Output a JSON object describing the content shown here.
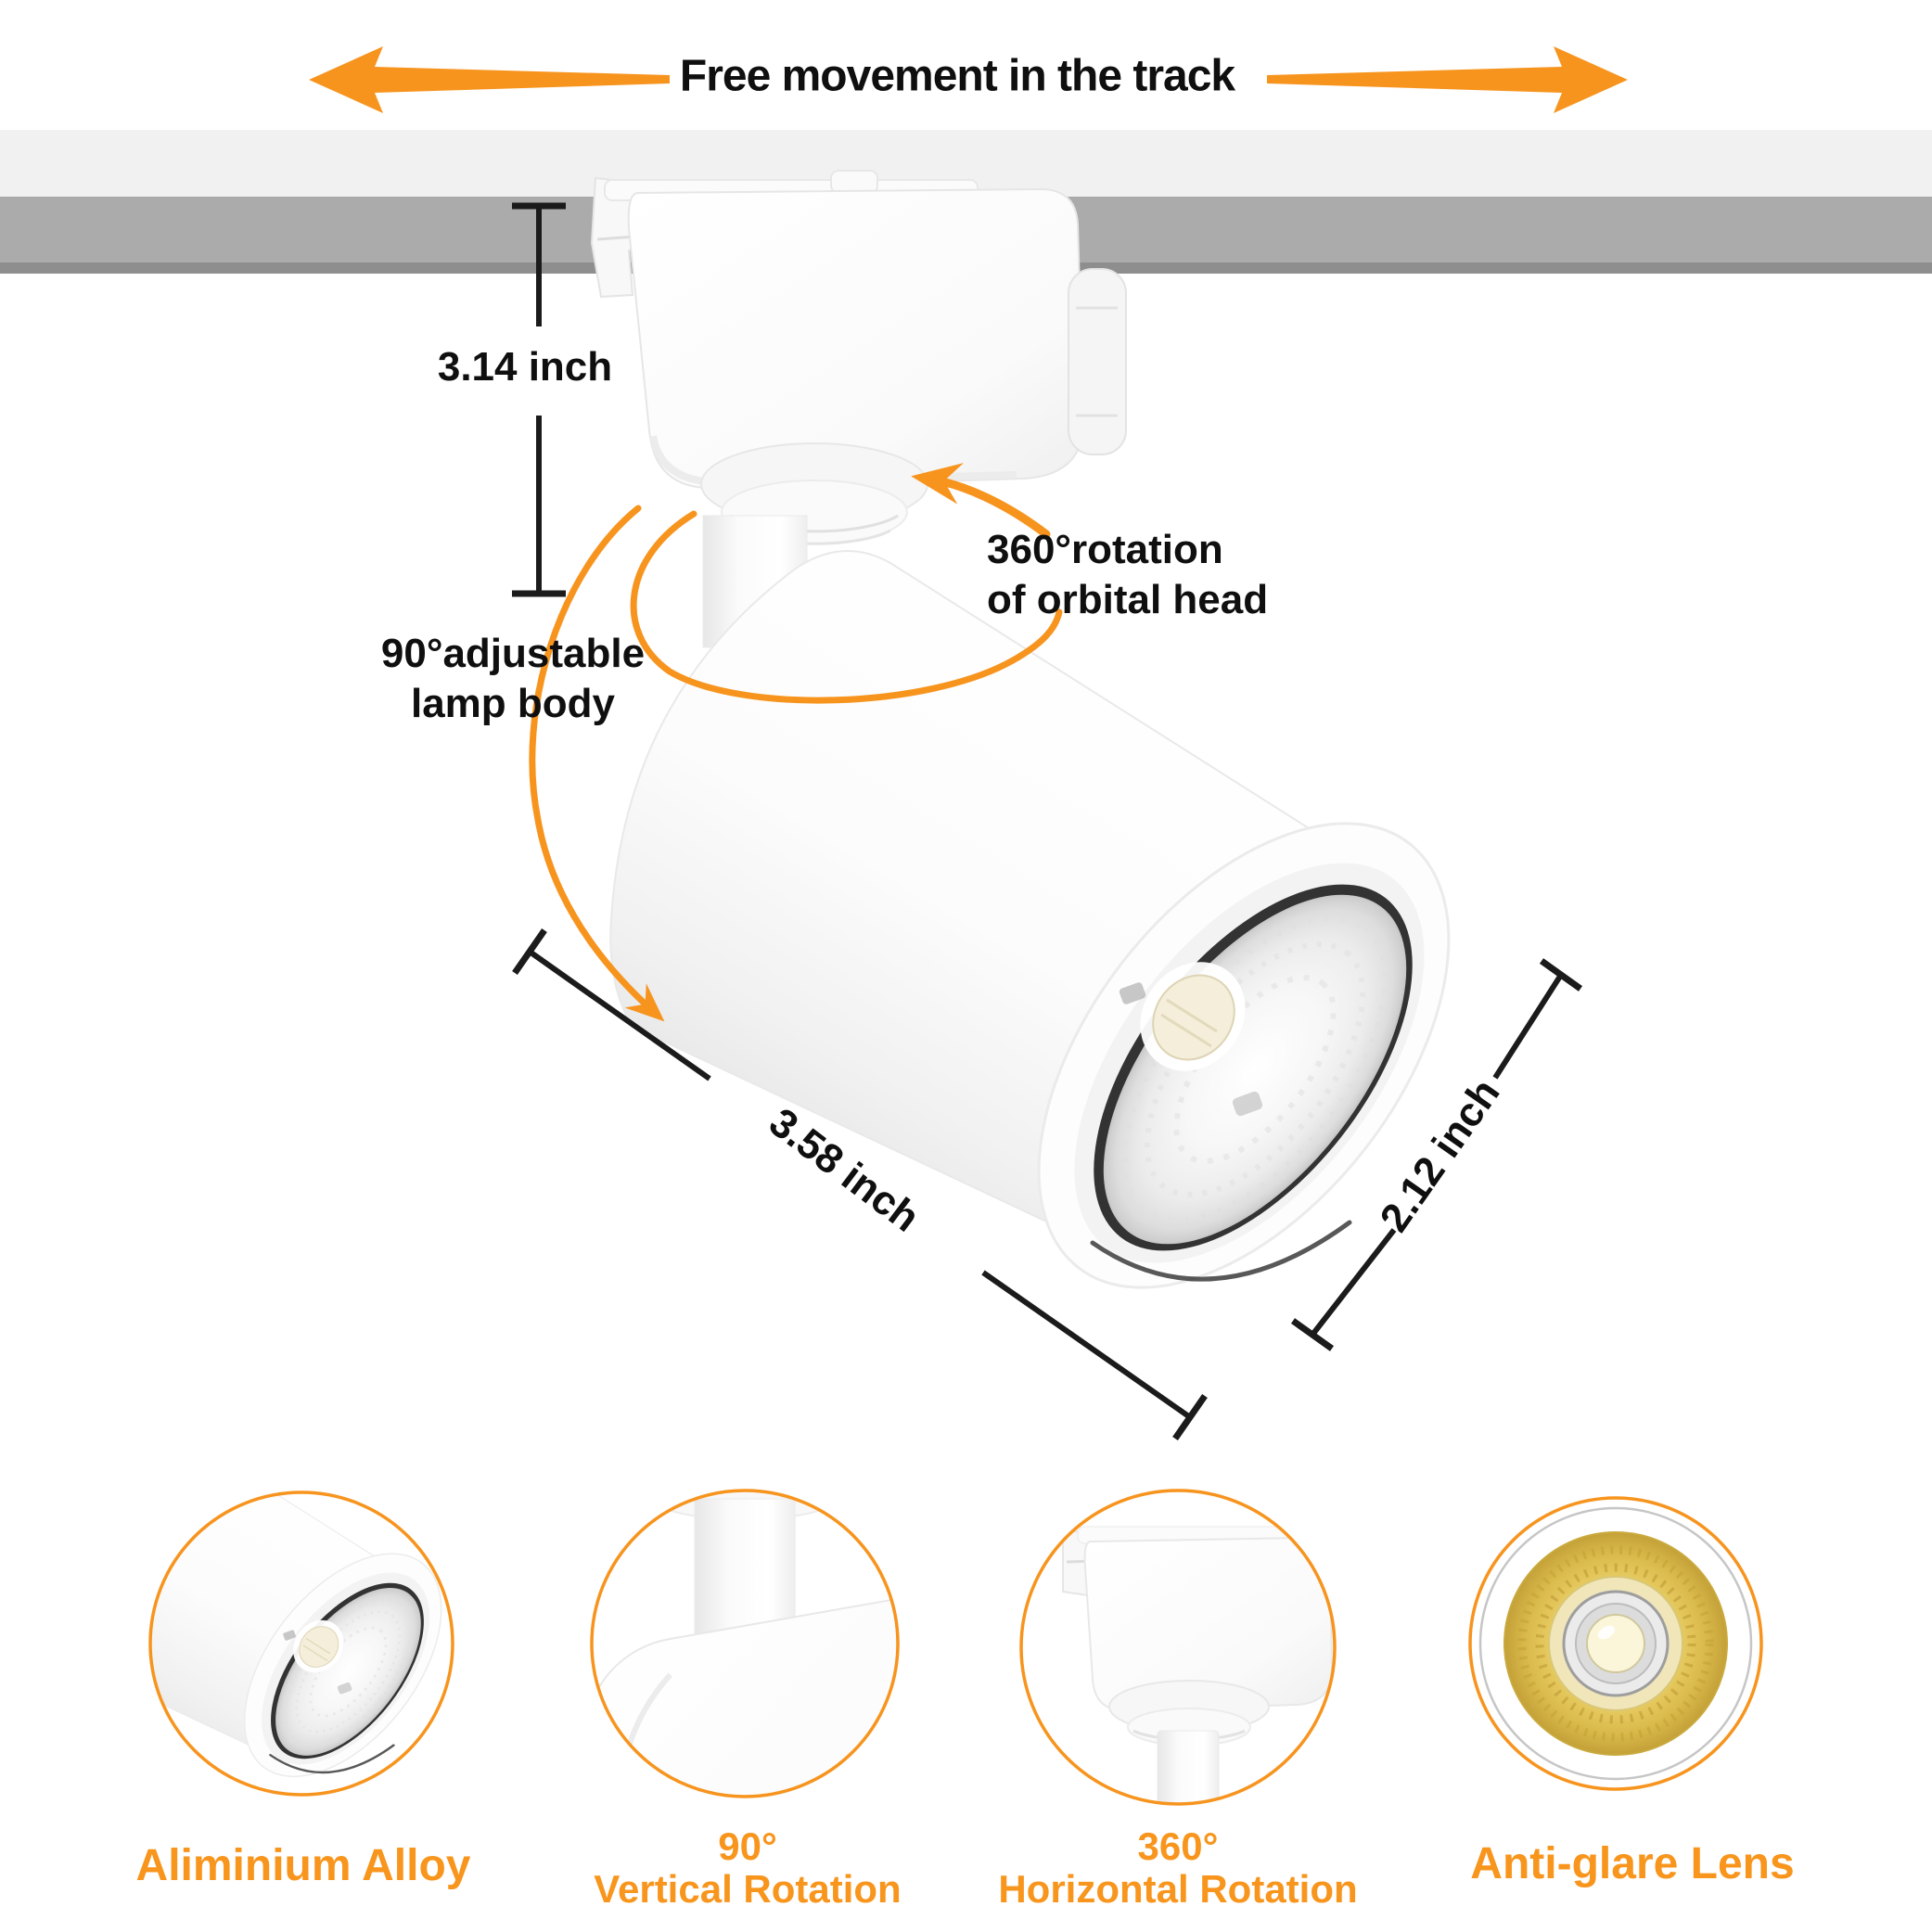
{
  "header": {
    "title": "Free movement in the track"
  },
  "annotations": {
    "mount_height": "3.14 inch",
    "body_length": "3.58 inch",
    "head_diameter": "2.12 inch",
    "orbital_rotation": [
      "360°rotation",
      "of orbital head"
    ],
    "lamp_tilt": [
      "90°adjustable",
      "lamp body"
    ]
  },
  "features": [
    {
      "id": "aluminium-alloy",
      "caption": [
        "Aliminium Alloy"
      ]
    },
    {
      "id": "vertical-rotation",
      "caption": [
        "90°",
        "Vertical Rotation"
      ]
    },
    {
      "id": "horizontal-rotation",
      "caption": [
        "360°",
        "Horizontal Rotation"
      ]
    },
    {
      "id": "anti-glare-lens",
      "caption": [
        "Anti-glare Lens"
      ]
    }
  ],
  "colors": {
    "accent_orange": "#F7941E",
    "caption_orange": "#F8951D",
    "ceiling_gray": "#F1F1F1",
    "track_gray": "#ABABAB",
    "track_edge_gray": "#8E8E8E",
    "text_black": "#111111"
  }
}
